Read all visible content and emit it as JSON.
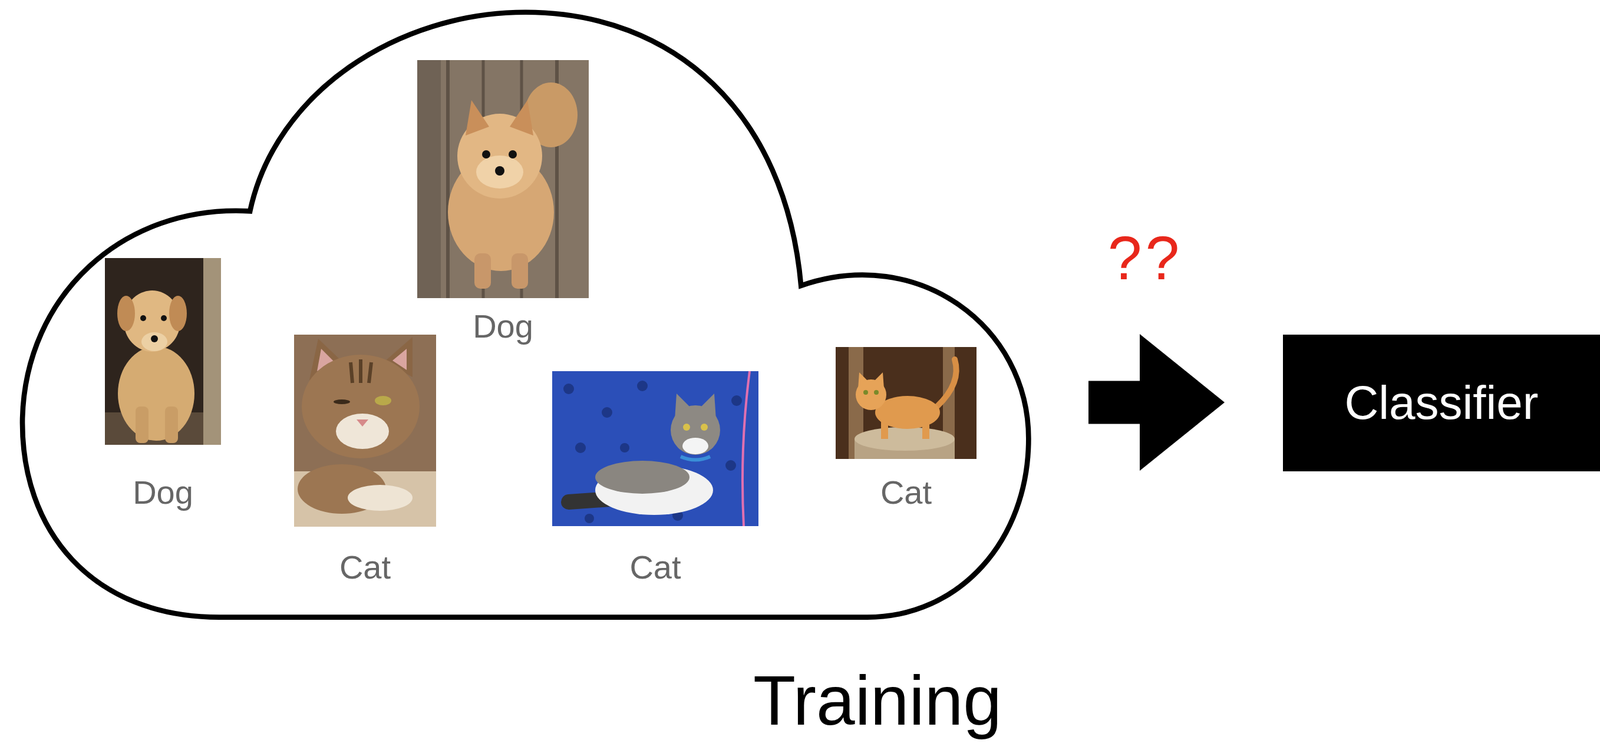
{
  "diagram": {
    "nodes": [
      {
        "text": [
          "Training"
        ]
      },
      {
        "text": [
          "Dog"
        ],
        "in": 0
      },
      {
        "text": [
          "Dog"
        ],
        "in": 0
      },
      {
        "text": [
          "Cat"
        ],
        "in": 0
      },
      {
        "text": [
          "Cat"
        ],
        "in": 0
      },
      {
        "text": [
          "Cat"
        ],
        "in": 0
      },
      {
        "text": [
          "Classifier"
        ]
      }
    ],
    "edges": [
      {
        "from": 0,
        "to": 6,
        "label": "??",
        "arrow": "to"
      }
    ]
  }
}
